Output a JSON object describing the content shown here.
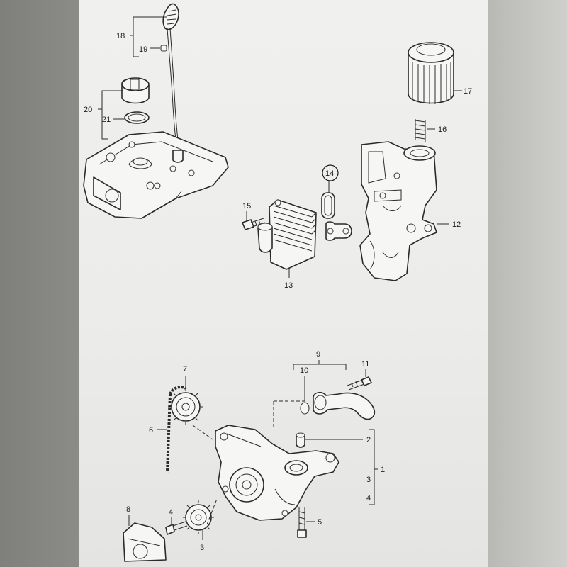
{
  "callouts": [
    {
      "id": "c1",
      "text": "1"
    },
    {
      "id": "c2",
      "text": "2"
    },
    {
      "id": "c3a",
      "text": "3"
    },
    {
      "id": "c3b",
      "text": "3"
    },
    {
      "id": "c4a",
      "text": "4"
    },
    {
      "id": "c4b",
      "text": "4"
    },
    {
      "id": "c5",
      "text": "5"
    },
    {
      "id": "c6",
      "text": "6"
    },
    {
      "id": "c7",
      "text": "7"
    },
    {
      "id": "c8",
      "text": "8"
    },
    {
      "id": "c9",
      "text": "9"
    },
    {
      "id": "c10",
      "text": "10"
    },
    {
      "id": "c11",
      "text": "11"
    },
    {
      "id": "c12",
      "text": "12"
    },
    {
      "id": "c13",
      "text": "13"
    },
    {
      "id": "c14",
      "text": "14"
    },
    {
      "id": "c15",
      "text": "15"
    },
    {
      "id": "c16",
      "text": "16"
    },
    {
      "id": "c17",
      "text": "17"
    },
    {
      "id": "c18",
      "text": "18"
    },
    {
      "id": "c19",
      "text": "19"
    },
    {
      "id": "c20",
      "text": "20"
    },
    {
      "id": "c21",
      "text": "21"
    }
  ],
  "highlight": {
    "callout": "14",
    "color": "#1e1e1e"
  },
  "colors": {
    "sheet": "#efefed",
    "ink": "#2a2a2a",
    "surround": "#8e8e8a"
  }
}
